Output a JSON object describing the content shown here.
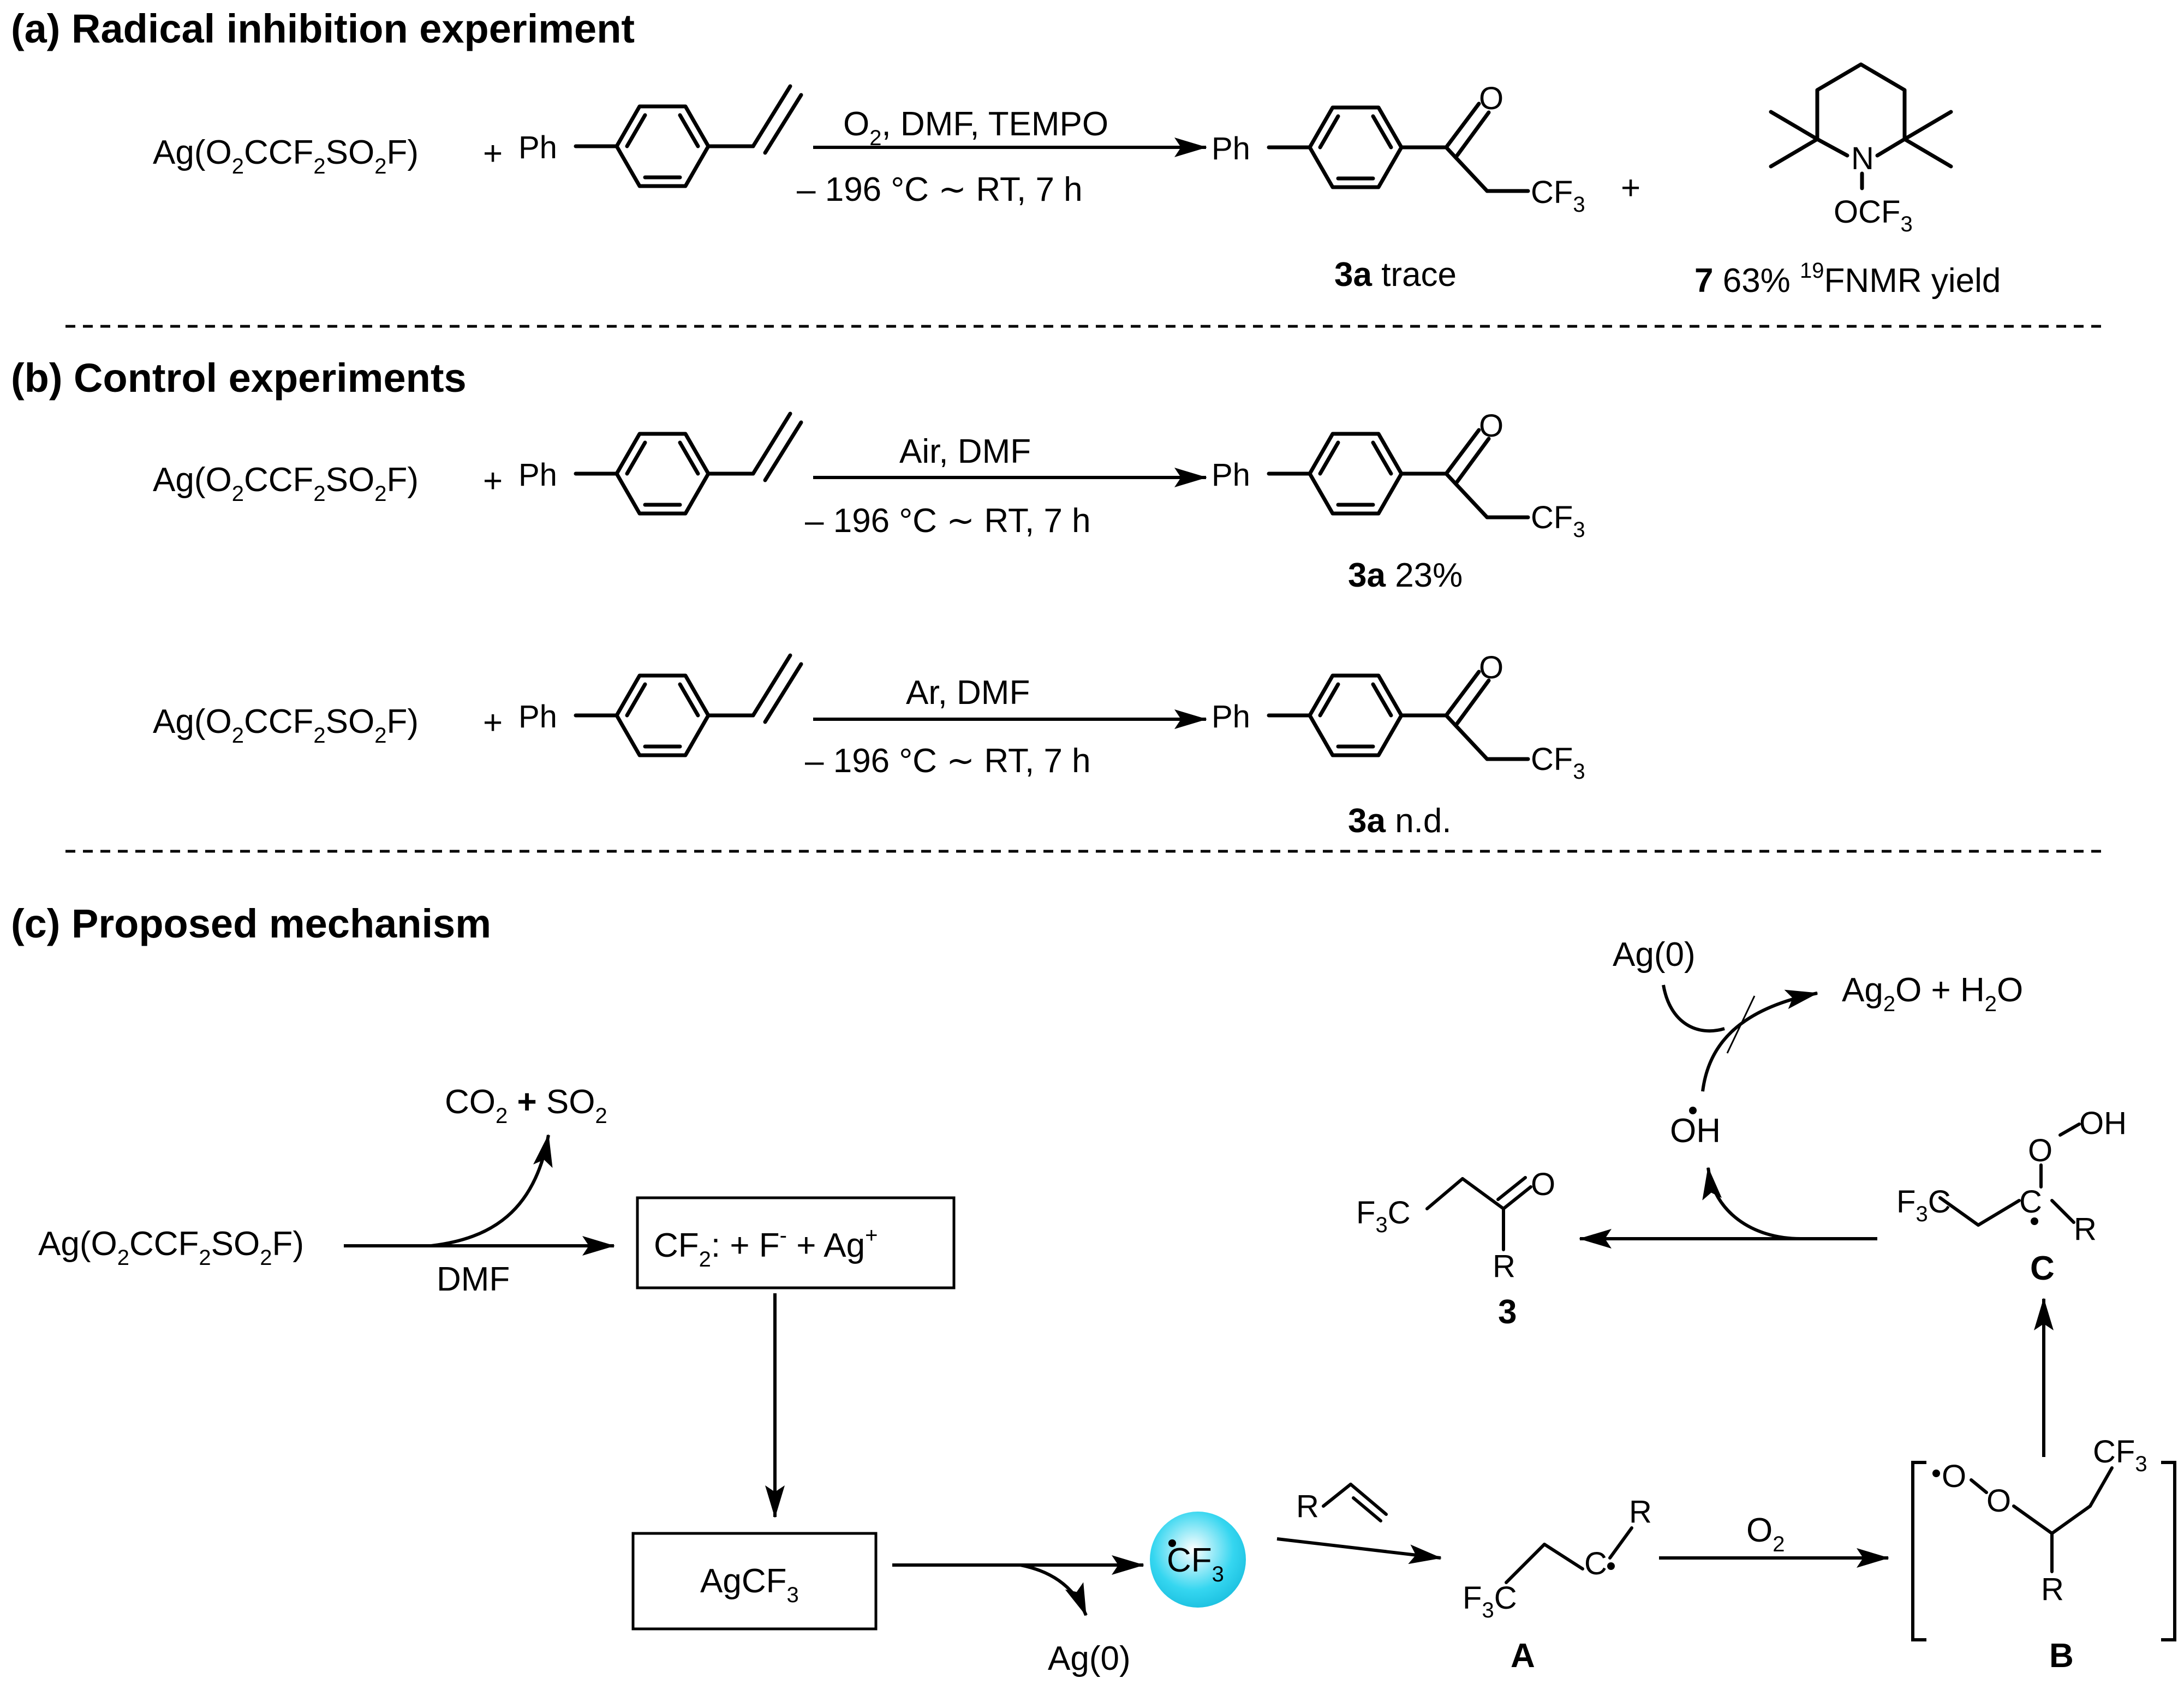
{
  "sections": {
    "a": {
      "title": "(a) Radical inhibition experiment",
      "reagent": "Ag(O2CCF2SO2F)",
      "conditions_top": "O2, DMF, TEMPO",
      "conditions_bottom": "– 196 °C ∼ RT, 7 h",
      "product_label": "3a",
      "product_yield": "trace",
      "byproduct_label": "7",
      "byproduct_yield": "63%",
      "byproduct_method": "FNMR yield",
      "byproduct_isotope": "19"
    },
    "b": {
      "title": "(b)  Control experiments",
      "row1": {
        "reagent": "Ag(O2CCF2SO2F)",
        "conditions_top": "Air, DMF",
        "conditions_bottom": "– 196 °C ∼ RT, 7 h",
        "product_label": "3a",
        "product_yield": "23%"
      },
      "row2": {
        "reagent": "Ag(O2CCF2SO2F)",
        "conditions_top": "Ar, DMF",
        "conditions_bottom": "– 196 °C ∼ RT, 7 h",
        "product_label": "3a",
        "product_yield": "n.d."
      }
    },
    "c": {
      "title": "(c)  Proposed mechanism",
      "reagent": "Ag(O2CCF2SO2F)",
      "solvent": "DMF",
      "gases": "CO2 + SO2",
      "intermediate_box": "CF2: + F- + Ag+",
      "agcf3": "AgCF3",
      "ag0_bottom": "Ag(0)",
      "cf3_radical": "CF3",
      "o2": "O2",
      "label_A": "A",
      "label_B": "B",
      "label_C": "C",
      "label_3": "3",
      "ag0_top": "Ag(0)",
      "ag2o_h2o": "Ag2O + H2O",
      "oh_radical": "OH"
    }
  },
  "atoms": {
    "Ph": "Ph",
    "O": "O",
    "N": "N",
    "R": "R",
    "CF3": "CF3",
    "F3C": "F3C",
    "OCF3": "OCF3",
    "OOH": "O–OH",
    "OO": "O–O"
  },
  "colors": {
    "radical_fill": "#35d6f0",
    "radical_glow": "#ffffff"
  }
}
